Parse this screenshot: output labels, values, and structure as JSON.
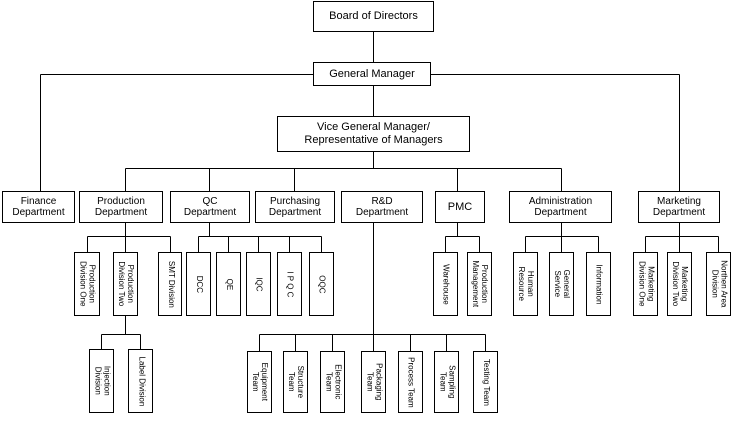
{
  "top": {
    "board": "Board of Directors",
    "gm": "General Manager",
    "vgm": "Vice General Manager/\nRepresentative of Managers"
  },
  "departments": {
    "finance": "Finance\nDepartment",
    "production": "Production\nDepartment",
    "qc": "QC\nDepartment",
    "purchasing": "Purchasing\nDepartment",
    "rd": "R&D\nDepartment",
    "pmc": "PMC",
    "administration": "Administration\nDepartment",
    "marketing": "Marketing\nDepartment"
  },
  "production_units": {
    "div_one": "Production\nDivision One",
    "div_two": "Production\nDivision Two",
    "smt": "SMT Division",
    "injection": "Injection\nDivision",
    "label": "Label Division"
  },
  "qc_units": {
    "dcc": "DCC",
    "qe": "QE",
    "iqc": "IQC",
    "ipqc": "I P Q C",
    "oqc": "OQC"
  },
  "pmc_units": {
    "warehouse": "Warehouse",
    "production_mgmt": "Production\nManagement"
  },
  "admin_units": {
    "hr": "Human\nResource",
    "general": "General\nService",
    "information": "Information"
  },
  "marketing_units": {
    "div_one": "Marketing\nDivision One",
    "div_two": "Marketing\nDivision Two",
    "northern": "Northen Area\nDivision"
  },
  "rd_teams": {
    "equipment": "Equipment\nTeam",
    "structure": "Structure\nTeam",
    "electronic": "Electronic\nTeam",
    "packaging": "Packaging\nTeam",
    "process": "Process Team",
    "sampling": "Sampling\nTeam",
    "testing": "Testing Team"
  }
}
